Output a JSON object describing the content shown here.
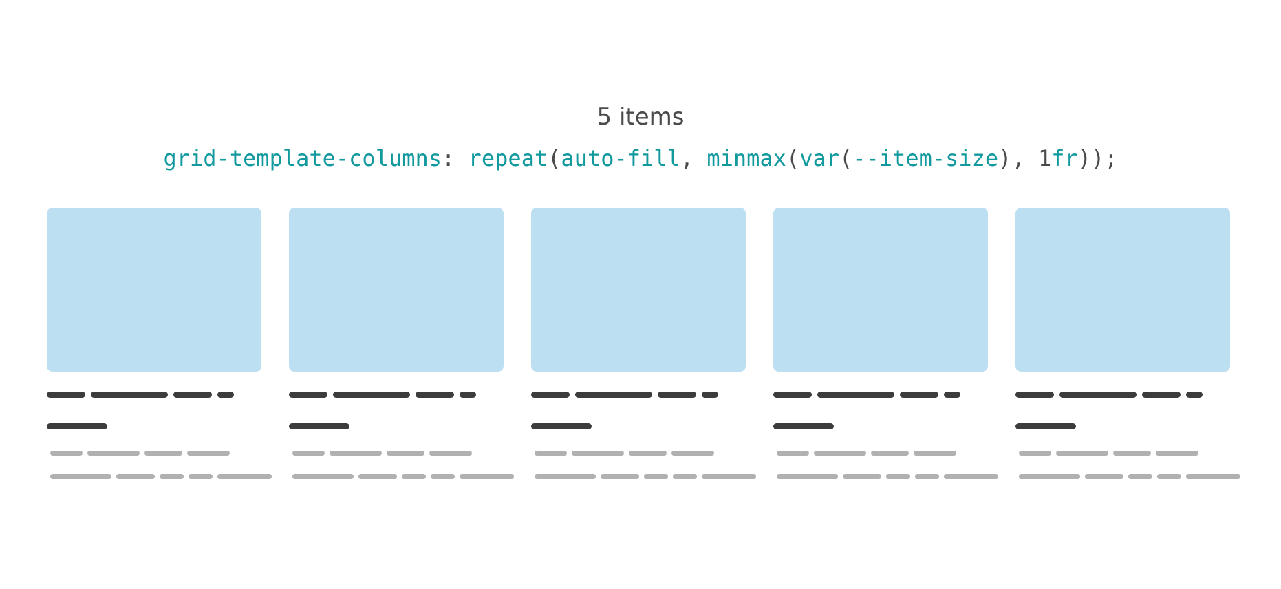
{
  "header": {
    "count_label": "5 items",
    "code_tokens": [
      {
        "text": "grid-template-columns",
        "kind": "kw"
      },
      {
        "text": ": ",
        "kind": "pn"
      },
      {
        "text": "repeat",
        "kind": "kw"
      },
      {
        "text": "(",
        "kind": "pn"
      },
      {
        "text": "auto-fill",
        "kind": "kw"
      },
      {
        "text": ", ",
        "kind": "pn"
      },
      {
        "text": "minmax",
        "kind": "kw"
      },
      {
        "text": "(",
        "kind": "pn"
      },
      {
        "text": "var",
        "kind": "kw"
      },
      {
        "text": "(",
        "kind": "pn"
      },
      {
        "text": "--item-size",
        "kind": "kw"
      },
      {
        "text": "), 1",
        "kind": "pn"
      },
      {
        "text": "fr",
        "kind": "kw"
      },
      {
        "text": "));",
        "kind": "pn"
      }
    ]
  },
  "colors": {
    "keyword": "#11999e",
    "punctuation": "#4a4a4a",
    "thumbnail": "#bce0f2",
    "title_placeholder": "#3c3c3c",
    "text_placeholder": "#b1b1b1"
  },
  "grid": {
    "item_count": 5
  }
}
